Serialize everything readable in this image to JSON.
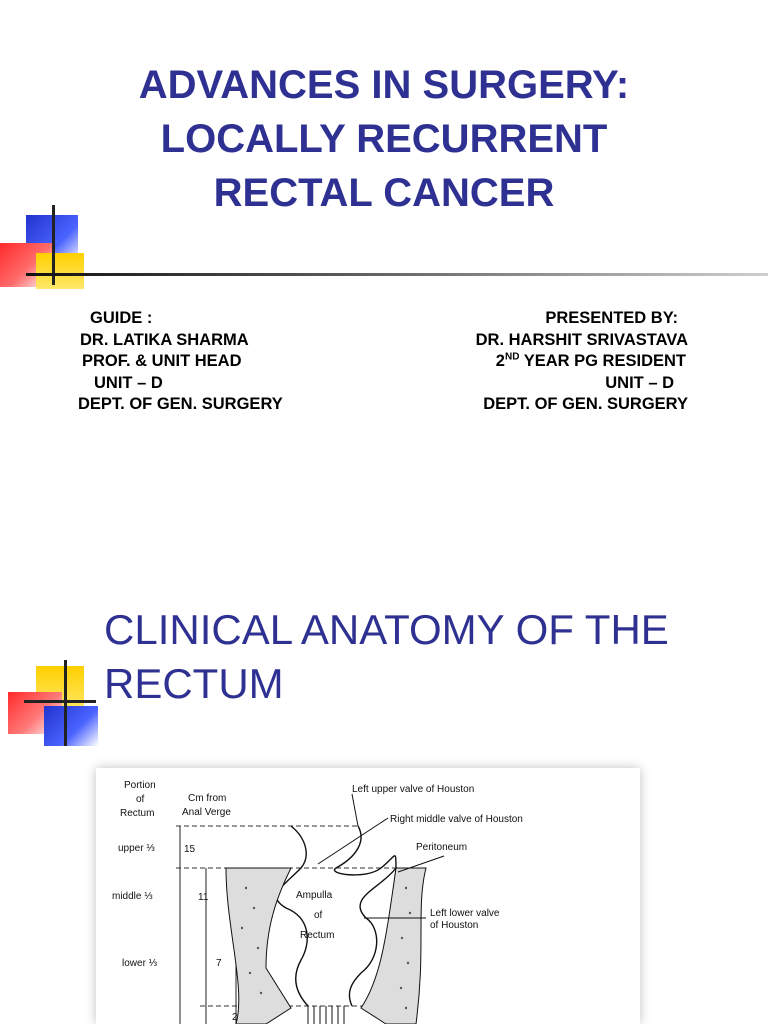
{
  "slide1": {
    "title_lines": [
      "ADVANCES IN SURGERY:",
      "LOCALLY RECURRENT",
      "RECTAL CANCER"
    ],
    "guide": {
      "heading": "GUIDE :",
      "name": "DR. LATIKA SHARMA",
      "designation": "PROF. & UNIT HEAD",
      "unit": "UNIT – D",
      "dept": "DEPT. OF GEN. SURGERY"
    },
    "presenter": {
      "heading": "PRESENTED BY:",
      "name": "DR. HARSHIT SRIVASTAVA",
      "year_num": "2",
      "year_sup": "ND",
      "year_rest": " YEAR PG RESIDENT",
      "unit": "UNIT – D",
      "dept": "DEPT. OF GEN. SURGERY"
    }
  },
  "slide2": {
    "title_lines": [
      "CLINICAL ANATOMY OF THE",
      "RECTUM"
    ],
    "figure": {
      "col_portion": [
        "Portion",
        "of",
        "Rectum"
      ],
      "col_cm": [
        "Cm from",
        "Anal Verge"
      ],
      "portions": [
        "upper ⅓",
        "middle ⅓",
        "lower ⅓"
      ],
      "cm_values": [
        "15",
        "11",
        "7",
        "2"
      ],
      "labels": {
        "left_upper_valve": "Left upper valve of Houston",
        "right_middle_valve": "Right middle valve of Houston",
        "peritoneum": "Peritoneum",
        "ampulla": [
          "Ampulla",
          "of",
          "Rectum"
        ],
        "left_lower_valve": [
          "Left lower valve",
          "of Houston"
        ]
      }
    }
  },
  "colors": {
    "title_blue": "#2e3192",
    "deco_blue": "#2b3fd1",
    "deco_red": "#ff3030",
    "deco_yellow": "#ffd700"
  }
}
